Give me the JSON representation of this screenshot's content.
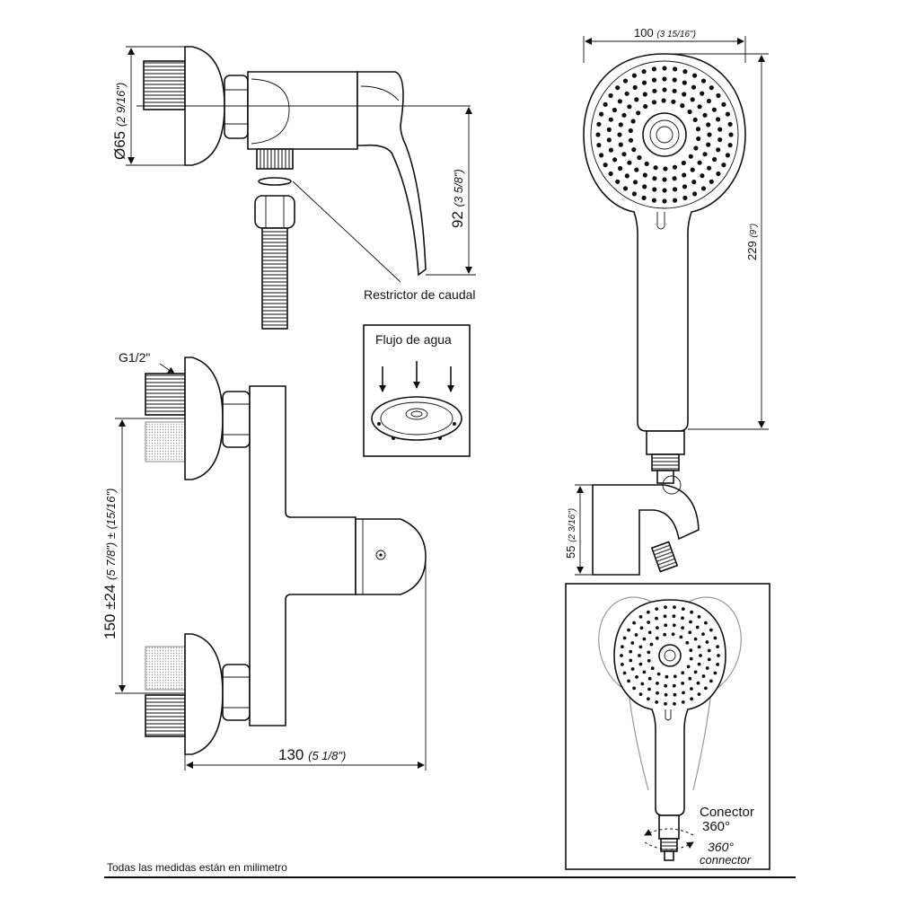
{
  "dims": {
    "diameter": {
      "main": "Ø65",
      "imperial": "(2 9/16\")"
    },
    "height92": {
      "main": "92",
      "imperial": "(3 5/8\")"
    },
    "thread": "G1/2\"",
    "spacing": {
      "main": "150 ±24",
      "imperial": "(5 7/8\") ± (15/16\")"
    },
    "width130": {
      "main": "130",
      "imperial": "(5 1/8\")"
    },
    "width100": {
      "main": "100",
      "imperial": "(3 15/16\")"
    },
    "height229": {
      "main": "229",
      "imperial": "(9\")"
    },
    "height55": {
      "main": "55",
      "imperial": "(2 3/16\")"
    }
  },
  "labels": {
    "restrictor": "Restrictor de caudal",
    "flow": "Flujo de agua",
    "connector_es_1": "Conector",
    "connector_es_2": "360°",
    "connector_en_1": "360°",
    "connector_en_2": "connector",
    "footer": "Todas las medidas están en milimetro"
  }
}
